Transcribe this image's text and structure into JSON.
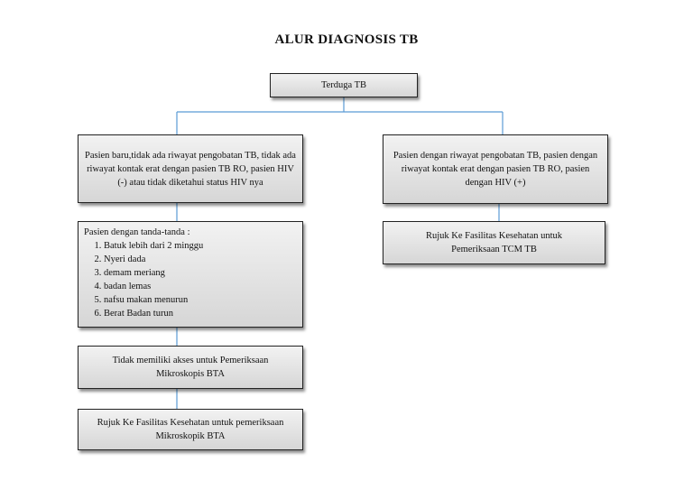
{
  "title": "ALUR DIAGNOSIS TB",
  "nodes": {
    "root": "Terduga TB",
    "left_criteria": "Pasien baru,tidak ada riwayat pengobatan TB, tidak ada riwayat kontak erat dengan pasien TB RO, pasien HIV (-) atau tidak diketahui status HIV nya",
    "right_criteria": "Pasien dengan riwayat pengobatan TB, pasien dengan riwayat kontak erat dengan pasien TB RO, pasien dengan HIV (+)",
    "symptoms": {
      "heading": "Pasien dengan tanda-tanda :",
      "items": [
        "Batuk lebih dari 2 minggu",
        "Nyeri dada",
        "demam meriang",
        "badan lemas",
        "nafsu makan menurun",
        "Berat Badan turun"
      ]
    },
    "no_access": "Tidak memiliki akses untuk Pemeriksaan Mikroskopis BTA",
    "refer_bta": "Rujuk Ke Fasilitas Kesehatan untuk pemeriksaan Mikroskopik BTA",
    "refer_tcm": "Rujuk Ke Fasilitas Kesehatan untuk Pemeriksaan TCM TB"
  },
  "colors": {
    "connector": "#5b9bd5",
    "box_border": "#222222"
  }
}
